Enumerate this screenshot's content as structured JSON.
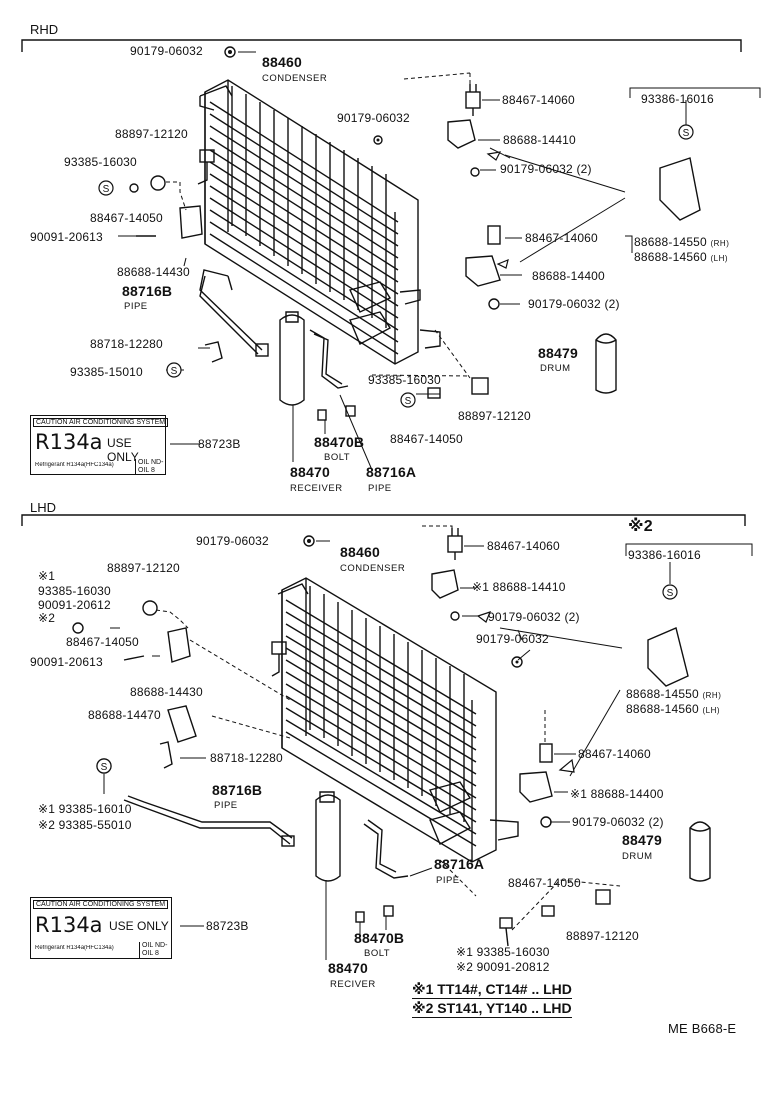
{
  "sections": {
    "rhd": "RHD",
    "lhd": "LHD"
  },
  "rhd": {
    "labels": {
      "p_90179_06032_top": "90179-06032",
      "p_88460": "88460",
      "condenser": "CONDENSER",
      "p_88467_14060": "88467-14060",
      "p_90179_06032_mid": "90179-06032",
      "p_88688_14410": "88688-14410",
      "p_90179_06032_2a": "90179-06032 (2)",
      "p_93386_16016": "93386-16016",
      "p_88897_12120": "88897-12120",
      "p_93385_16030": "93385-16030",
      "p_88467_14050": "88467-14050",
      "p_90091_20613": "90091-20613",
      "p_88688_14430": "88688-14430",
      "p_88467_14060b": "88467-14060",
      "p_88688_14550": "88688-14550",
      "rh": "(RH)",
      "p_88688_14560": "88688-14560",
      "lh": "(LH)",
      "p_88688_14400": "88688-14400",
      "p_88716b": "88716B",
      "pipe": "PIPE",
      "p_90179_06032_2b": "90179-06032 (2)",
      "p_88718_12280": "88718-12280",
      "p_88479": "88479",
      "drum": "DRUM",
      "p_93385_15010": "93385-15010",
      "p_93385_16030b": "93385-16030",
      "p_88897_12120b": "88897-12120",
      "p_88467_14050b": "88467-14050",
      "p_88723b": "88723B",
      "p_88470b": "88470B",
      "bolt": "BOLT",
      "p_88470": "88470",
      "receiver": "RECEIVER",
      "p_88716a": "88716A",
      "pipe_a": "PIPE"
    }
  },
  "lhd": {
    "labels": {
      "p_90179_06032_top": "90179-06032",
      "p_88467_14060": "88467-14060",
      "note2": "※2",
      "p_88460": "88460",
      "condenser": "CONDENSER",
      "p_88688_14410": "※1 88688-14410",
      "p_93386_16016": "93386-16016",
      "note1_a": "※1",
      "p_88897_12120": "88897-12120",
      "p_93385_16030": "93385-16030",
      "p_90179_06032_2a": "90179-06032 (2)",
      "p_90091_20612": "90091-20612",
      "note2_a": "※2",
      "p_90179_06032_mid": "90179-06032",
      "p_88467_14050": "88467-14050",
      "p_90091_20613": "90091-20613",
      "p_88688_14430": "88688-14430",
      "p_88688_14550": "88688-14550",
      "rh": "(RH)",
      "p_88688_14560": "88688-14560",
      "lh": "(LH)",
      "p_88688_14470": "88688-14470",
      "p_88467_14060b": "88467-14060",
      "p_88718_12280": "88718-12280",
      "p_88688_14400": "※1 88688-14400",
      "p_88716b": "88716B",
      "pipe": "PIPE",
      "p_93385_16010": "※1 93385-16010",
      "p_93385_55010": "※2 93385-55010",
      "p_90179_06032_2b": "90179-06032 (2)",
      "p_88479": "88479",
      "drum": "DRUM",
      "p_88716a": "88716A",
      "pipe_a": "PIPE",
      "p_88467_14050b": "88467-14050",
      "p_88723b": "88723B",
      "p_88897_12120b": "88897-12120",
      "p_88470b": "88470B",
      "bolt": "BOLT",
      "p_93385_16030b": "※1 93385-16030",
      "p_90091_20812": "※2 90091-20812",
      "p_88470": "88470",
      "reciver": "RECIVER"
    },
    "notes": [
      "※1 TT14#, CT14# .. LHD",
      "※2 ST141, YT140 .. LHD"
    ]
  },
  "caution_label": {
    "header": "CAUTION AIR CONDITIONING SYSTEM",
    "refrigerant": "R134a",
    "use_only": "USE ONLY",
    "fine": "Refrigerant R134a(HFC134a)",
    "oil": "OIL ND-OIL 8"
  },
  "footer": {
    "code": "ME  B668-E"
  }
}
